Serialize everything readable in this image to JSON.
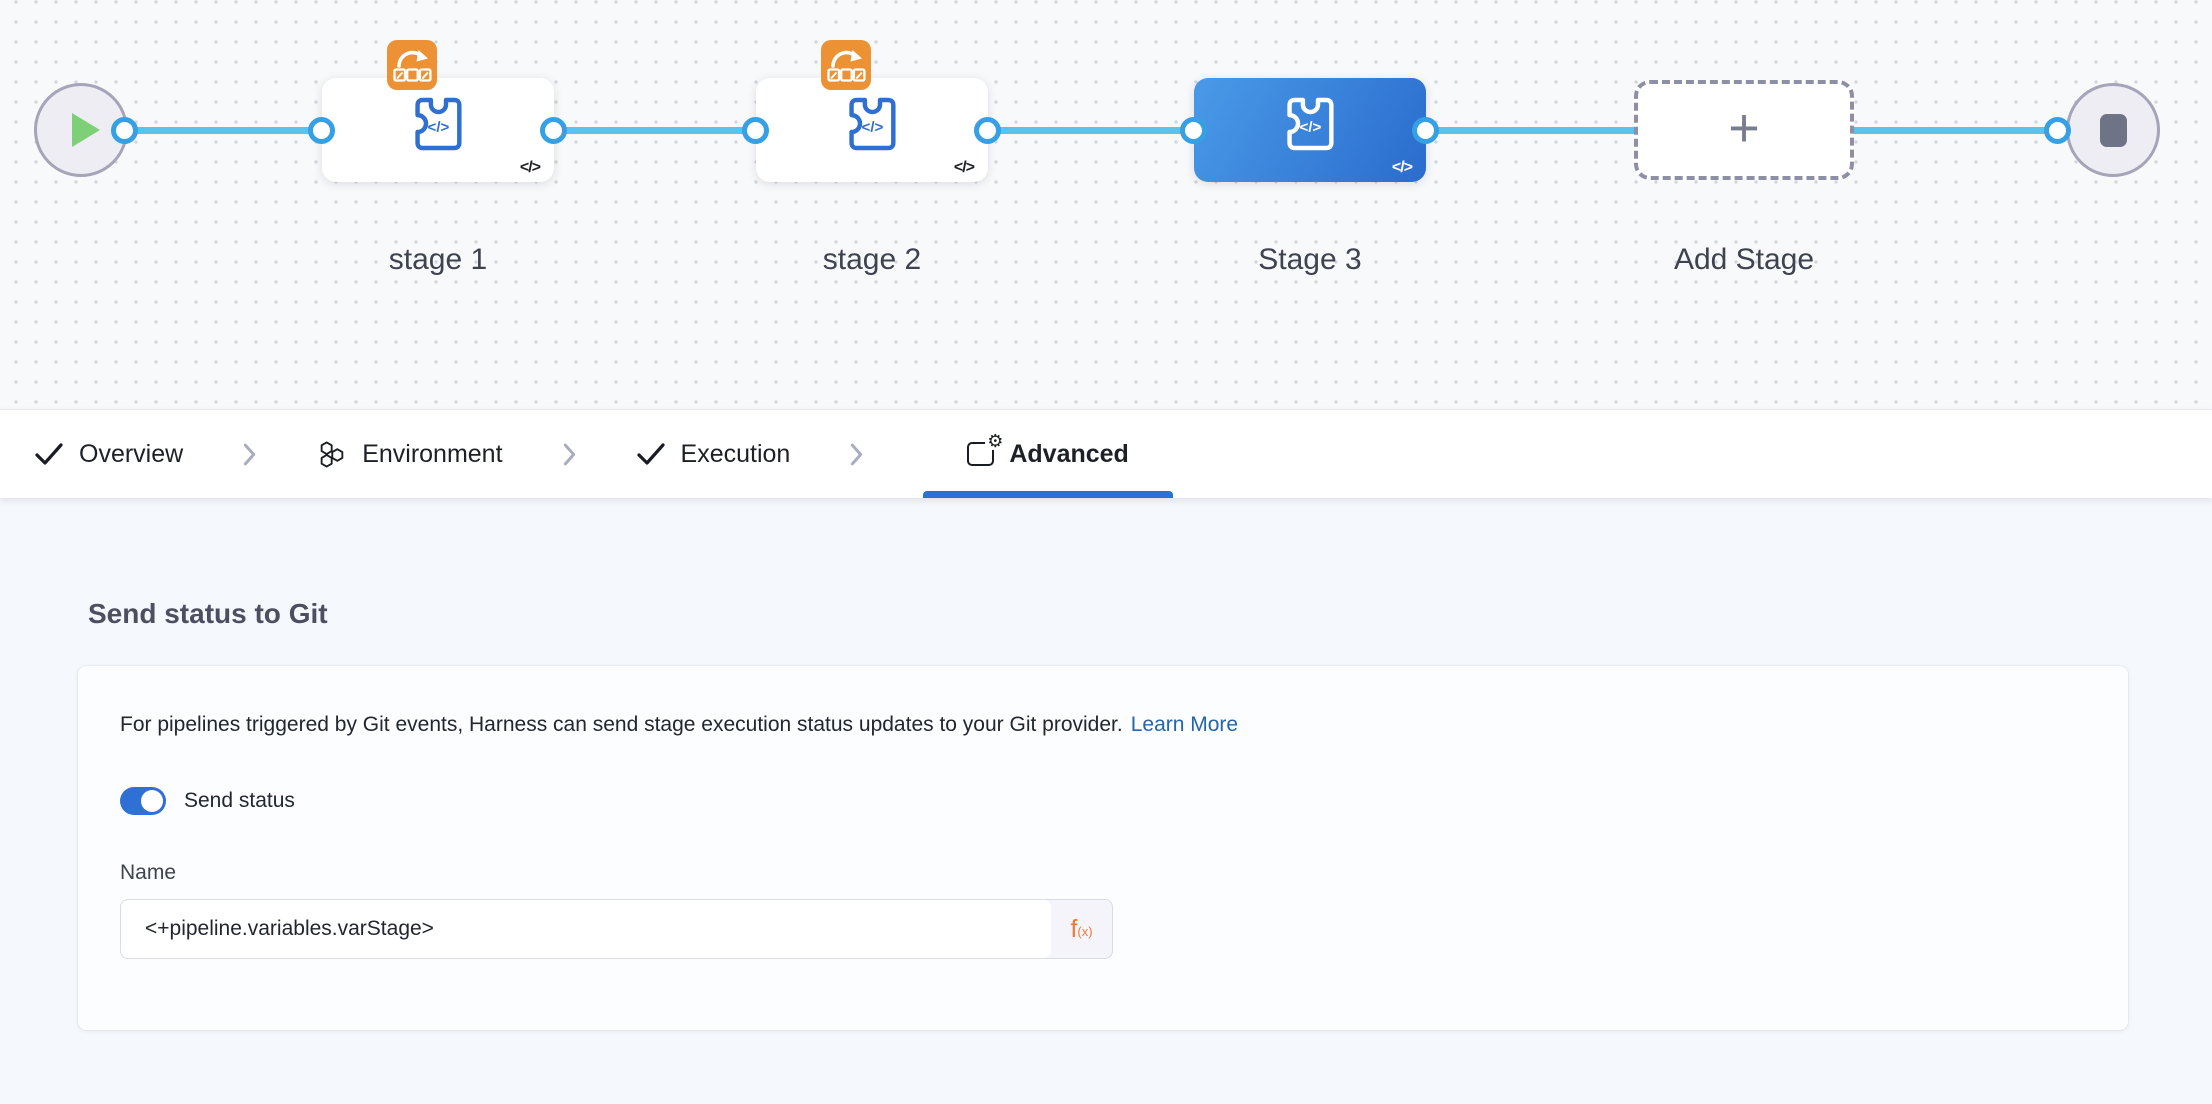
{
  "canvas": {
    "code_glyph": "</>",
    "add_plus_glyph": "+",
    "stages": [
      {
        "label": "stage 1",
        "selected": false,
        "has_badge": true
      },
      {
        "label": "stage 2",
        "selected": false,
        "has_badge": true
      },
      {
        "label": "Stage 3",
        "selected": true,
        "has_badge": false
      }
    ],
    "add_stage_label": "Add Stage"
  },
  "tabs": {
    "gear_glyph": "⚙",
    "items": [
      {
        "label": "Overview",
        "icon": "check-icon",
        "state": "done"
      },
      {
        "label": "Environment",
        "icon": "environment-hexagons-icon",
        "state": "default"
      },
      {
        "label": "Execution",
        "icon": "check-icon",
        "state": "done"
      },
      {
        "label": "Advanced",
        "icon": "advanced-settings-icon",
        "state": "active"
      }
    ]
  },
  "panel": {
    "heading": "Send status to Git",
    "description": "For pipelines triggered by Git events, Harness can send stage execution status updates to your Git provider.",
    "learn_more_label": "Learn More",
    "toggle_label": "Send status",
    "toggle_state": "on",
    "name_label": "Name",
    "name_value": "<+pipeline.variables.varStage>",
    "expression_fn": "f",
    "expression_sub": "(x)"
  },
  "colors": {
    "accent_blue": "#2c70d3",
    "connector_blue": "#58c3ef",
    "port_ring_blue": "#35a0e4",
    "selected_stage_gradient": [
      "#4a9ae8",
      "#2a6ccd"
    ],
    "badge_orange": "#ec9235",
    "expression_orange": "#f0793a",
    "link_blue": "#2465ab",
    "play_green": "#7ed078",
    "canvas_bg": "#f7f9fb",
    "panel_bg": "#f5f8fc"
  }
}
